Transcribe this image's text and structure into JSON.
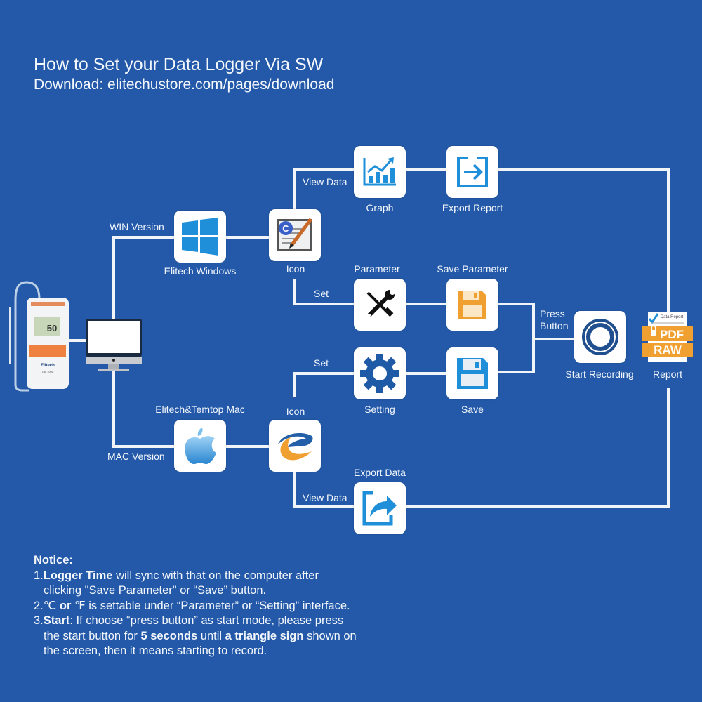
{
  "header": {
    "title": "How to Set your Data Logger Via SW",
    "subtitle": "Download: elitechustore.com/pages/download"
  },
  "device": {
    "screen_reading": "50",
    "brand": "Elitech",
    "model": "Tag 100C"
  },
  "branches": {
    "win_label": "WIN Version",
    "mac_label": "MAC Version"
  },
  "nodes": {
    "elitech_windows": "Elitech Windows",
    "win_icon": "Icon",
    "graph": "Graph",
    "export_report": "Export Report",
    "parameter": "Parameter",
    "save_parameter": "Save Parameter",
    "mac_app": "Elitech&Temtop Mac",
    "mac_icon": "Icon",
    "setting": "Setting",
    "save": "Save",
    "export_data": "Export Data",
    "start_recording": "Start Recording",
    "report": "Report"
  },
  "edges": {
    "win_view_data": "View Data",
    "win_set": "Set",
    "mac_set": "Set",
    "mac_view_data": "View Data",
    "press_button_1": "Press",
    "press_button_2": "Button"
  },
  "report_icon": {
    "header": "Data Report",
    "format1": "PDF",
    "format2": "RAW"
  },
  "colors": {
    "background": "#2359a8",
    "accent_blue": "#1e8fd8",
    "accent_orange": "#f0a030"
  },
  "notice": {
    "heading": "Notice:",
    "item1_prefix": "1.",
    "item1_bold": "Logger Time",
    "item1_rest": " will sync with that on the computer after",
    "item1_line2": "clicking \"Save Parameter\" or “Save” button.",
    "item2_prefix": "2.",
    "item2_celsius": "℃",
    "item2_or": " or ",
    "item2_fahr": "℉",
    "item2_rest": " is settable under “Parameter” or “Setting” interface.",
    "item3_prefix": "3.",
    "item3_bold": "Start",
    "item3_rest": ": If choose “press button” as start mode, please press",
    "item3_line2_a": "the start button for ",
    "item3_line2_bold1": "5 seconds",
    "item3_line2_b": " until ",
    "item3_line2_bold2": "a triangle sign",
    "item3_line2_c": " shown on",
    "item3_line3": "the screen, then it means starting to record."
  }
}
